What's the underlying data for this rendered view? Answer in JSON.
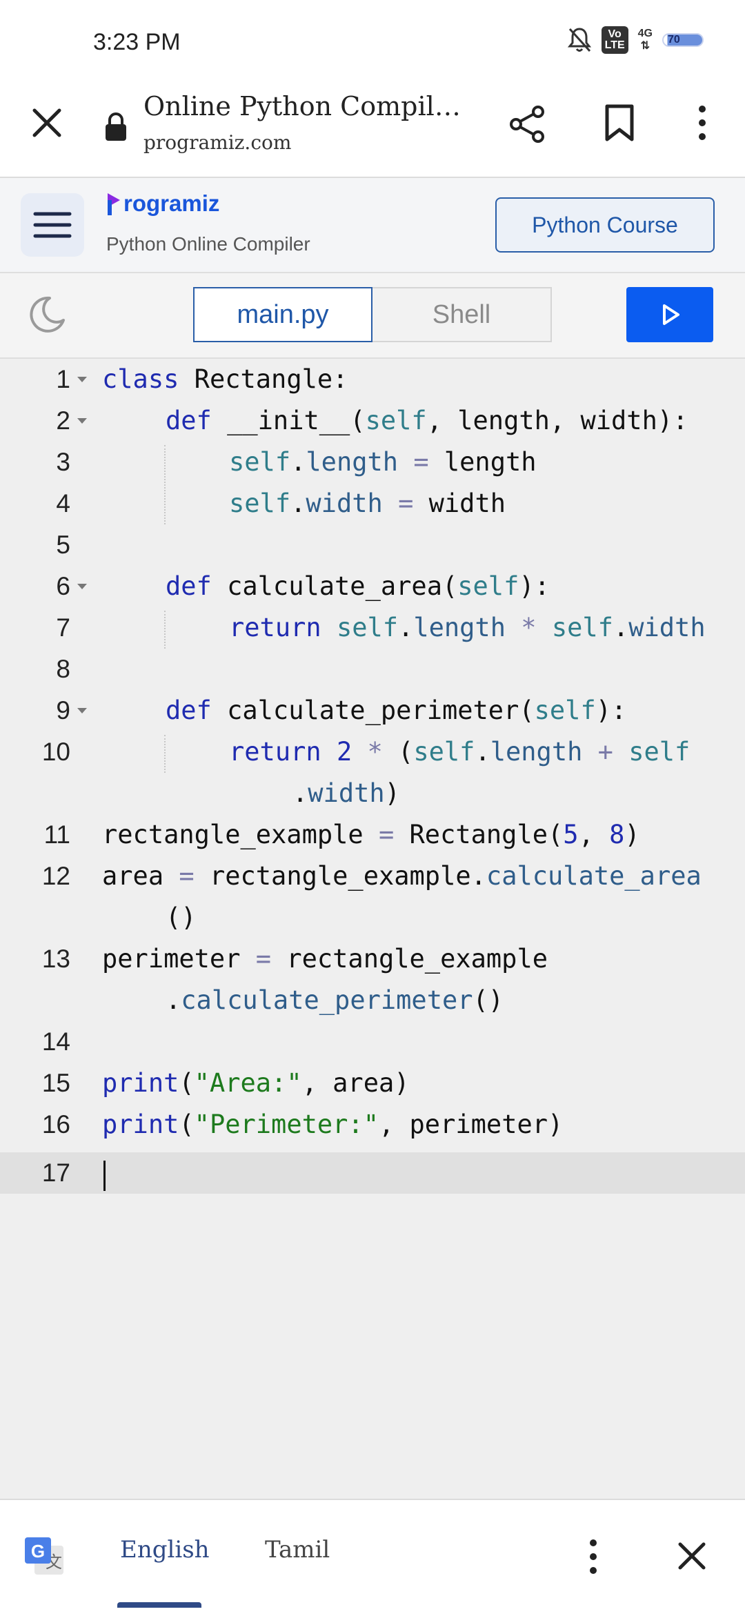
{
  "status": {
    "time": "3:23 PM",
    "volte": "Vo\nLTE",
    "network": "4G",
    "battery": "70"
  },
  "browser": {
    "title": "Online Python Compiler ...",
    "domain": "programiz.com"
  },
  "site": {
    "logo": "Programiz",
    "subtitle": "Python Online Compiler",
    "course_button": "Python Course"
  },
  "toolbar": {
    "tab_main": "main.py",
    "tab_shell": "Shell"
  },
  "editor": {
    "line_numbers": [
      "1",
      "2",
      "3",
      "4",
      "5",
      "6",
      "7",
      "8",
      "9",
      "10",
      "11",
      "12",
      "13",
      "14",
      "15",
      "16",
      "17"
    ],
    "code": [
      "class Rectangle:",
      "    def __init__(self, length, width):",
      "        self.length = length",
      "        self.width = width",
      "",
      "    def calculate_area(self):",
      "        return self.length * self.width",
      "",
      "    def calculate_perimeter(self):",
      "        return 2 * (self.length + self",
      "            .width)",
      "rectangle_example = Rectangle(5, 8)",
      "area = rectangle_example.calculate_area",
      "    ()",
      "perimeter = rectangle_example",
      "    .calculate_perimeter()",
      "",
      "print(\"Area:\", area)",
      "print(\"Perimeter:\", perimeter)",
      ""
    ]
  },
  "translate": {
    "lang_source": "English",
    "lang_target": "Tamil"
  }
}
